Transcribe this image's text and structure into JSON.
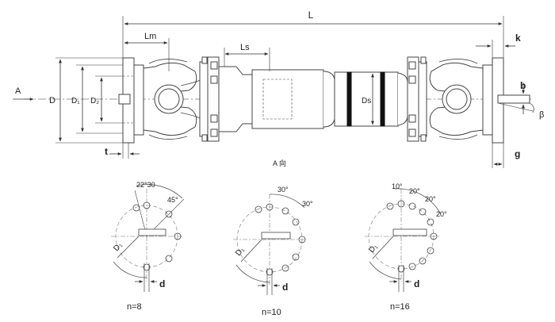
{
  "main_view": {
    "dims": {
      "L": "L",
      "Lm": "Lm",
      "Ls": "Ls",
      "k": "k",
      "D": "D",
      "D1": "D₁",
      "D2": "D₂",
      "Ds": "Ds",
      "t": "t",
      "g": "g",
      "b": "b",
      "beta": "β",
      "A": "A"
    },
    "view_caption": "A 向"
  },
  "flange_views": [
    {
      "caption": "n=8",
      "diam": "D₁",
      "d": "d",
      "angles": [
        "22°30",
        "45°"
      ]
    },
    {
      "caption": "n=10",
      "diam": "D₁",
      "d": "d",
      "angles": [
        "30°",
        "30°"
      ]
    },
    {
      "caption": "n=16",
      "diam": "D₁",
      "d": "d",
      "angles": [
        "10°",
        "20°",
        "20°",
        "20°"
      ]
    }
  ]
}
